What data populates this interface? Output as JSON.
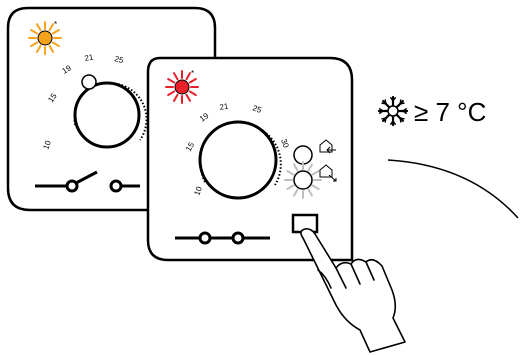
{
  "back_device": {
    "led_color": "#f7a21b",
    "dial_scale": [
      "10",
      "15",
      "19",
      "21",
      "25"
    ]
  },
  "front_device": {
    "led_color": "#e8202a",
    "dial_scale": [
      "10",
      "15",
      "19",
      "21",
      "25",
      "30"
    ],
    "eco_led_color": "#bfbfbf"
  },
  "frost_protection": {
    "icon": "snowflake-icon",
    "label": "≥ 7 °C"
  }
}
